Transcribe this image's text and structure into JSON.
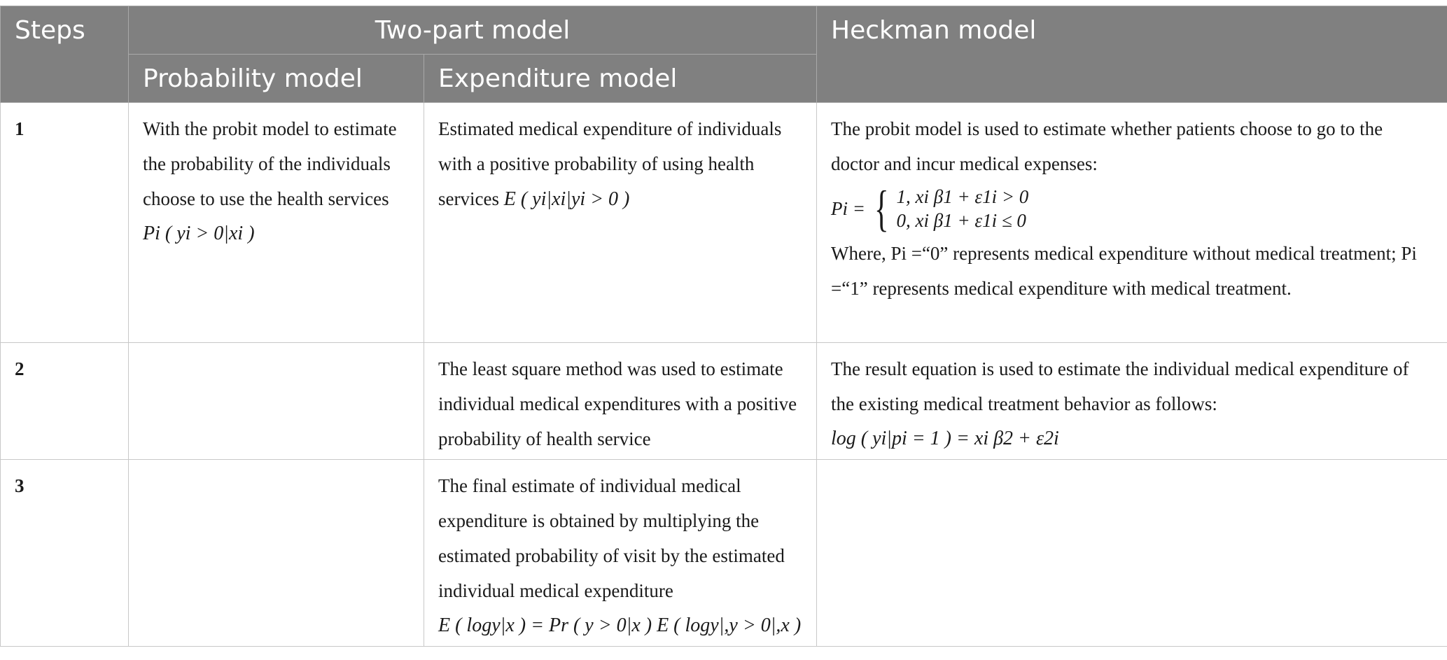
{
  "table": {
    "headers": {
      "steps": "Steps",
      "two_part_model": "Two-part model",
      "heckman_model": "Heckman model",
      "probability_model": "Probability model",
      "expenditure_model": "Expenditure model"
    },
    "rows": [
      {
        "step": "1",
        "probability": {
          "text": "With the probit model to estimate the probability of the individuals choose to use the health services",
          "formula": "Pi ( yi > 0|xi )"
        },
        "expenditure": {
          "text": "Estimated medical expenditure of individuals with a positive probability of using health services",
          "formula": "E ( yi|xi|yi > 0 )"
        },
        "heckman": {
          "text": "The probit model is used to estimate whether patients choose to go to the doctor and incur medical expenses:",
          "formula_lhs": "Pi =",
          "case1": "1,   xi β1 + ε1i > 0",
          "case2": "0,   xi β1 + ε1i ≤ 0",
          "note": "Where, Pi =“0” represents medical expenditure without medical treatment; Pi =“1” represents medical expenditure with medical treatment."
        }
      },
      {
        "step": "2",
        "probability": {
          "text": ""
        },
        "expenditure": {
          "text": "The least square method was used to estimate individual medical expenditures with a positive probability of health service"
        },
        "heckman": {
          "text": "The result equation is used to estimate the individual medical expenditure of the existing medical treatment behavior as follows:",
          "formula": "log ( yi|pi = 1 ) = xi β2 + ε2i"
        }
      },
      {
        "step": "3",
        "probability": {
          "text": ""
        },
        "expenditure": {
          "text": "The final estimate of individual medical expenditure is obtained by multiplying the estimated probability of visit by the estimated individual medical expenditure",
          "formula": "E ( logy|x ) = Pr ( y > 0|x ) E ( logy|,y > 0|,x )"
        },
        "heckman": {
          "text": ""
        }
      }
    ]
  }
}
